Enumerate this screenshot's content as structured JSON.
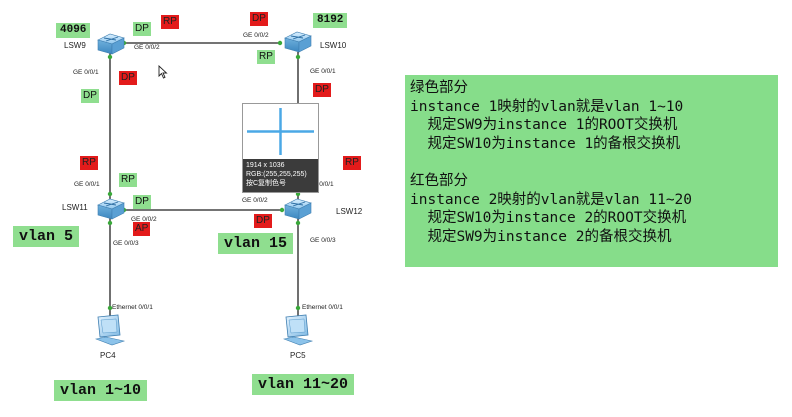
{
  "switches": {
    "lsw9": "LSW9",
    "lsw10": "LSW10",
    "lsw11": "LSW11",
    "lsw12": "LSW12"
  },
  "priorities": {
    "lsw9": "4096",
    "lsw10": "8192"
  },
  "pcs": {
    "pc4": "PC4",
    "pc5": "PC5"
  },
  "ports": {
    "lsw9_ge002": "GE 0/0/2",
    "lsw9_ge001": "GE 0/0/1",
    "lsw10_ge002": "GE 0/0/2",
    "lsw10_ge001": "GE 0/0/1",
    "lsw11_ge001": "GE 0/0/1",
    "lsw11_ge002": "GE 0/0/2",
    "lsw11_ge003": "GE 0/0/3",
    "lsw12_ge002": "GE 0/0/2",
    "lsw12_ge001": "GE 0/0/1",
    "lsw12_ge003": "GE 0/0/3",
    "pc4_eth": "Ethernet 0/0/1",
    "pc5_eth": "Ethernet 0/0/1"
  },
  "port_roles": {
    "lsw9_ge002_g": "DP",
    "lsw9_ge002_r": "RP",
    "lsw10_ge002_r": "DP",
    "lsw10_ge001_g": "RP",
    "lsw9_ge001_r": "DP",
    "lsw9_ge001_g": "DP",
    "lsw10_ge001_r": "DP",
    "lsw11_ge001_r": "RP",
    "lsw11_ge001_g": "RP",
    "lsw11_ge002_g": "DP",
    "lsw11_ge002_r": "AP",
    "lsw12_ge002_r": "DP",
    "lsw12_ge001_r": "RP"
  },
  "vlan_labels": {
    "lsw11": "vlan 5",
    "lsw12": "vlan 15",
    "pc4": "vlan 1~10",
    "pc5": "vlan 11~20"
  },
  "tooltip": {
    "size": "1914 x 1036",
    "rgb": "RGB:(255,255,255)",
    "hint": "按C复制色号"
  },
  "note": {
    "green_title": "绿色部分",
    "green_line1": "instance 1映射的vlan就是vlan 1~10",
    "green_line2": "  规定SW9为instance 1的ROOT交换机",
    "green_line3": "  规定SW10为instance 1的备根交换机",
    "red_title": "红色部分",
    "red_line1": "instance 2映射的vlan就是vlan 11~20",
    "red_line2": "  规定SW10为instance 2的ROOT交换机",
    "red_line3": "  规定SW9为instance 2的备根交换机"
  },
  "colors": {
    "green_highlight": "#8fde8f",
    "red_highlight": "#e31b1b",
    "note_background": "#86dd8a",
    "switch_blue": "#7fb9e3",
    "link": "#222222"
  },
  "icons": [
    "switch-icon",
    "pc-icon",
    "mouse-cursor-icon",
    "crosshair-icon"
  ]
}
